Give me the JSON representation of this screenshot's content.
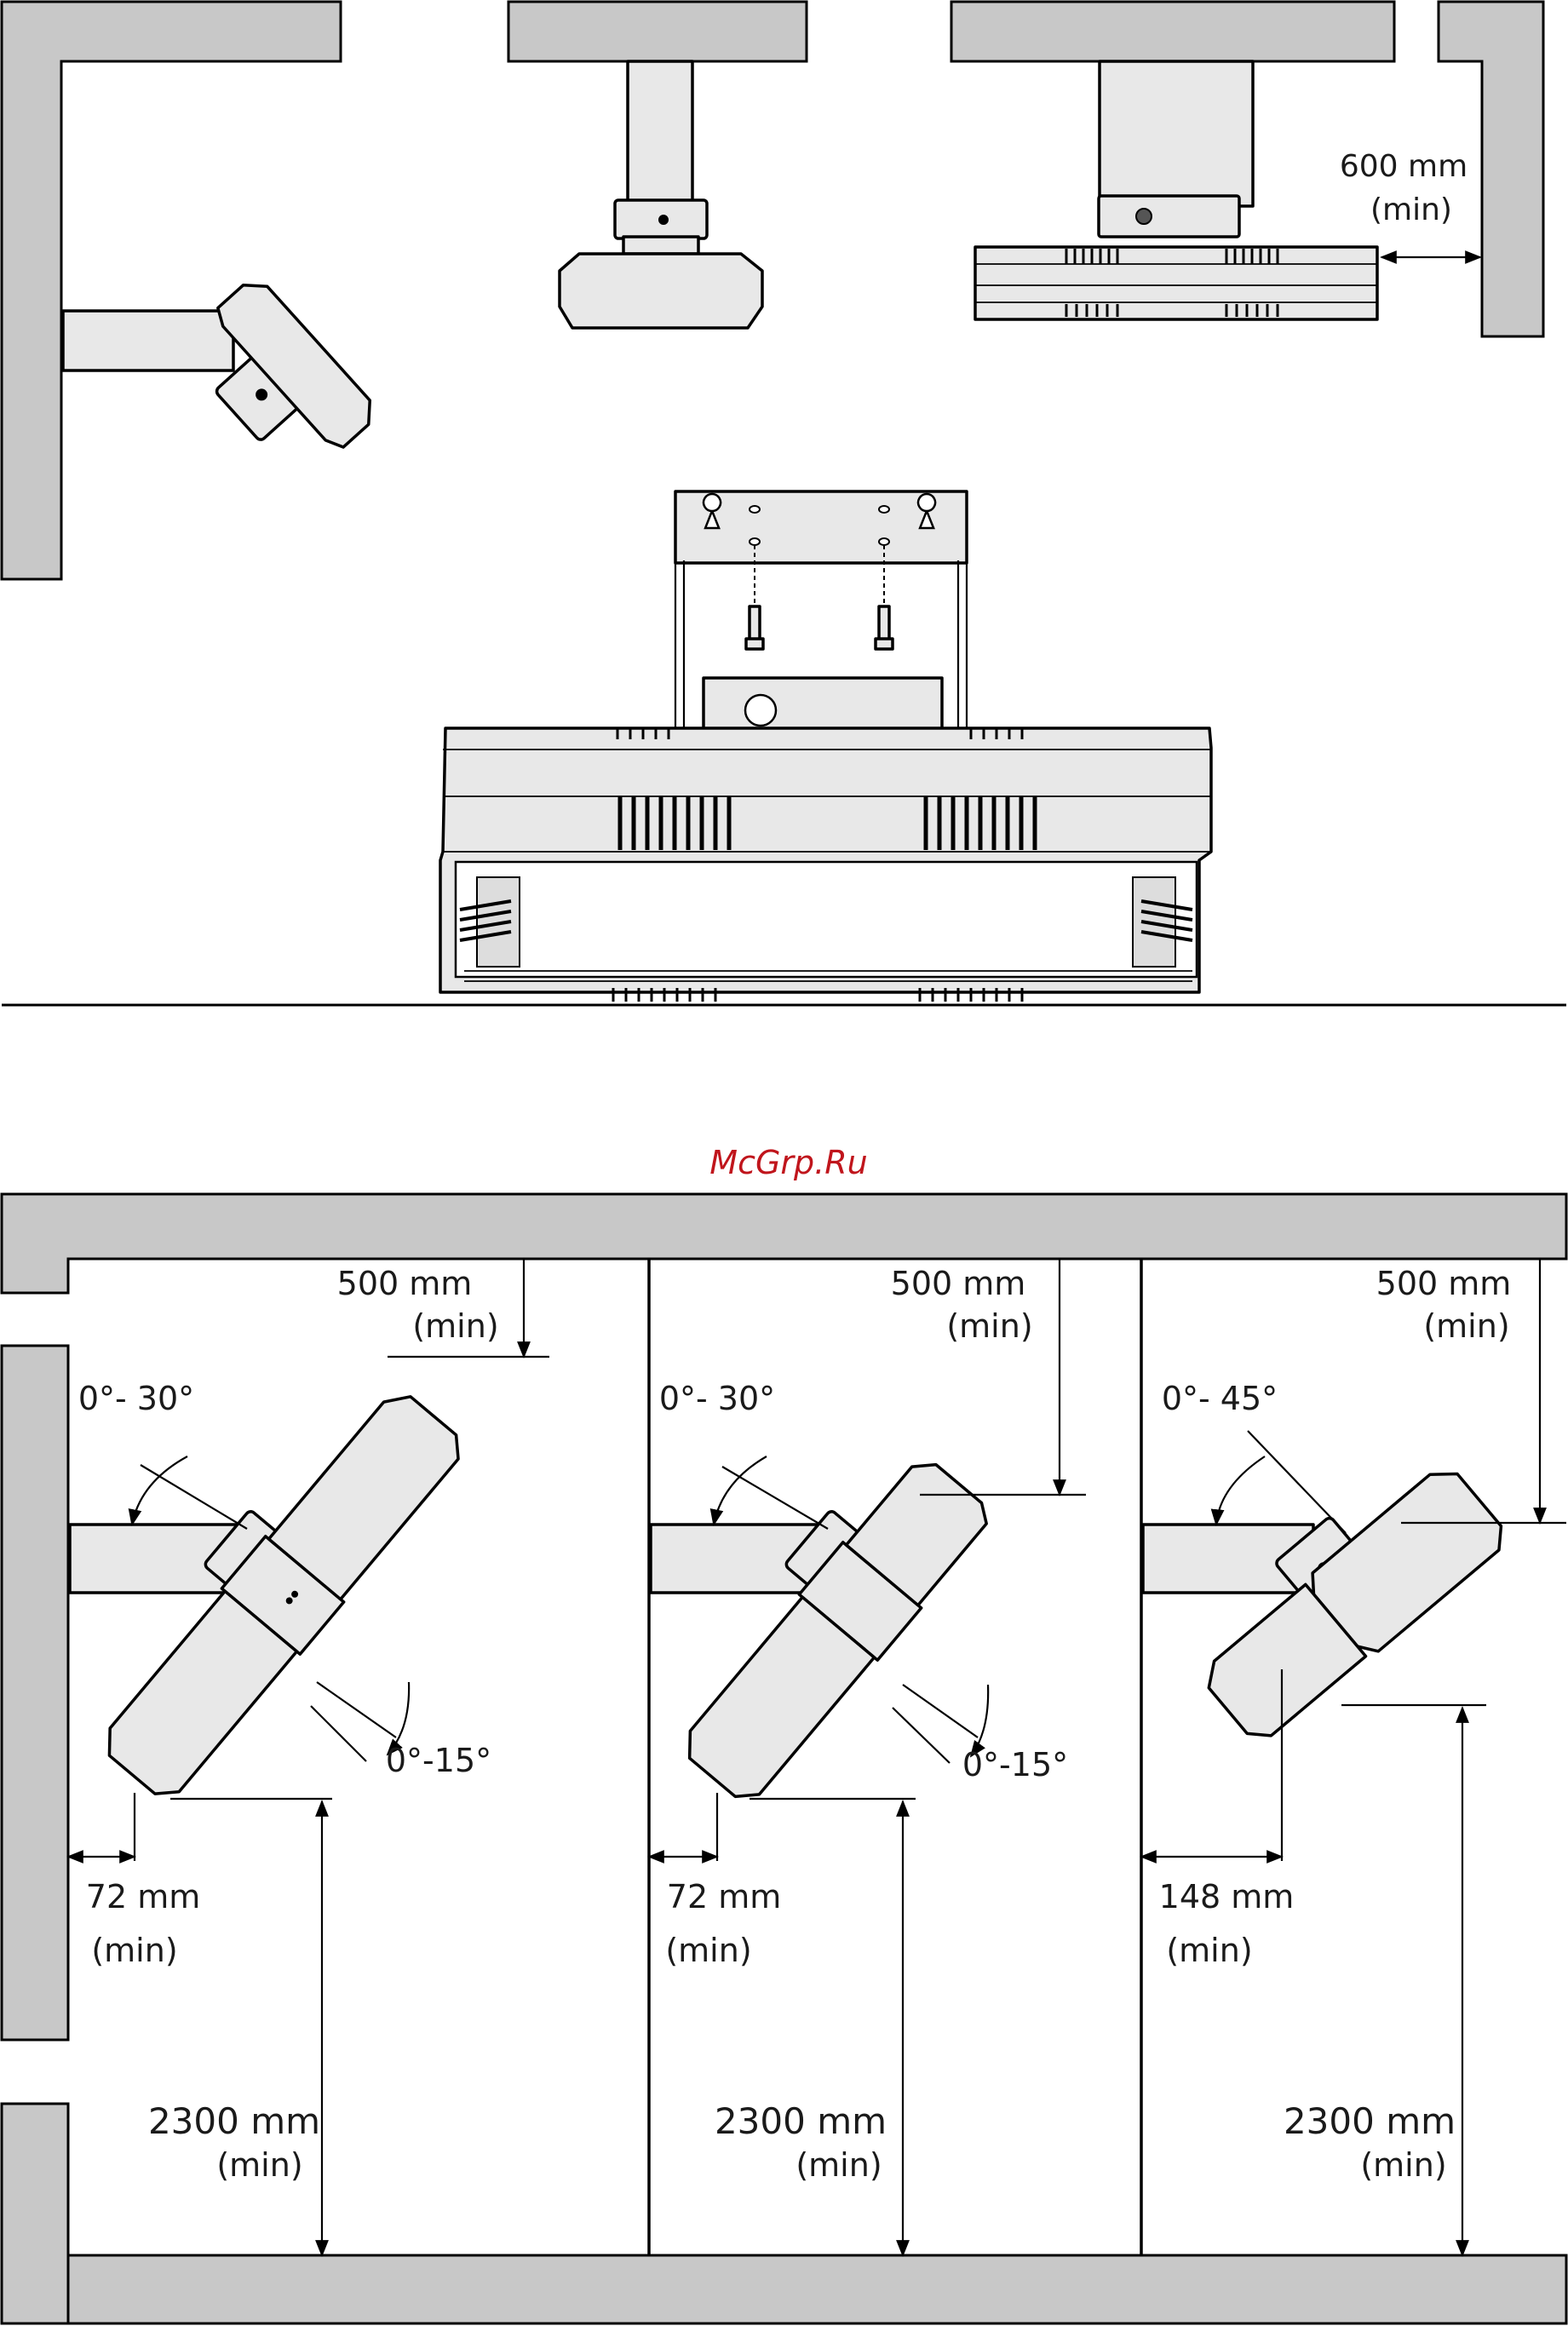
{
  "watermark": "McGrp.Ru",
  "top": {
    "clearance_value": "600  mm",
    "clearance_min": "(min)"
  },
  "bottom": {
    "panels": [
      {
        "ceiling_value": "500  mm",
        "ceiling_min": "(min)",
        "tilt_angle": "0°- 30°",
        "lower_tilt": "0°-15°",
        "wall_value": "72 mm",
        "wall_min": "(min)",
        "height_value": "2300 mm",
        "height_min": "(min)"
      },
      {
        "ceiling_value": "500  mm",
        "ceiling_min": "(min)",
        "tilt_angle": "0°- 30°",
        "lower_tilt": "0°-15°",
        "wall_value": "72 mm",
        "wall_min": "(min)",
        "height_value": "2300 mm",
        "height_min": "(min)"
      },
      {
        "ceiling_value": "500  mm",
        "ceiling_min": "(min)",
        "tilt_angle": "0°- 45°",
        "wall_value": "148 mm",
        "wall_min": "(min)",
        "height_value": "2300 mm",
        "height_min": "(min)"
      }
    ]
  }
}
